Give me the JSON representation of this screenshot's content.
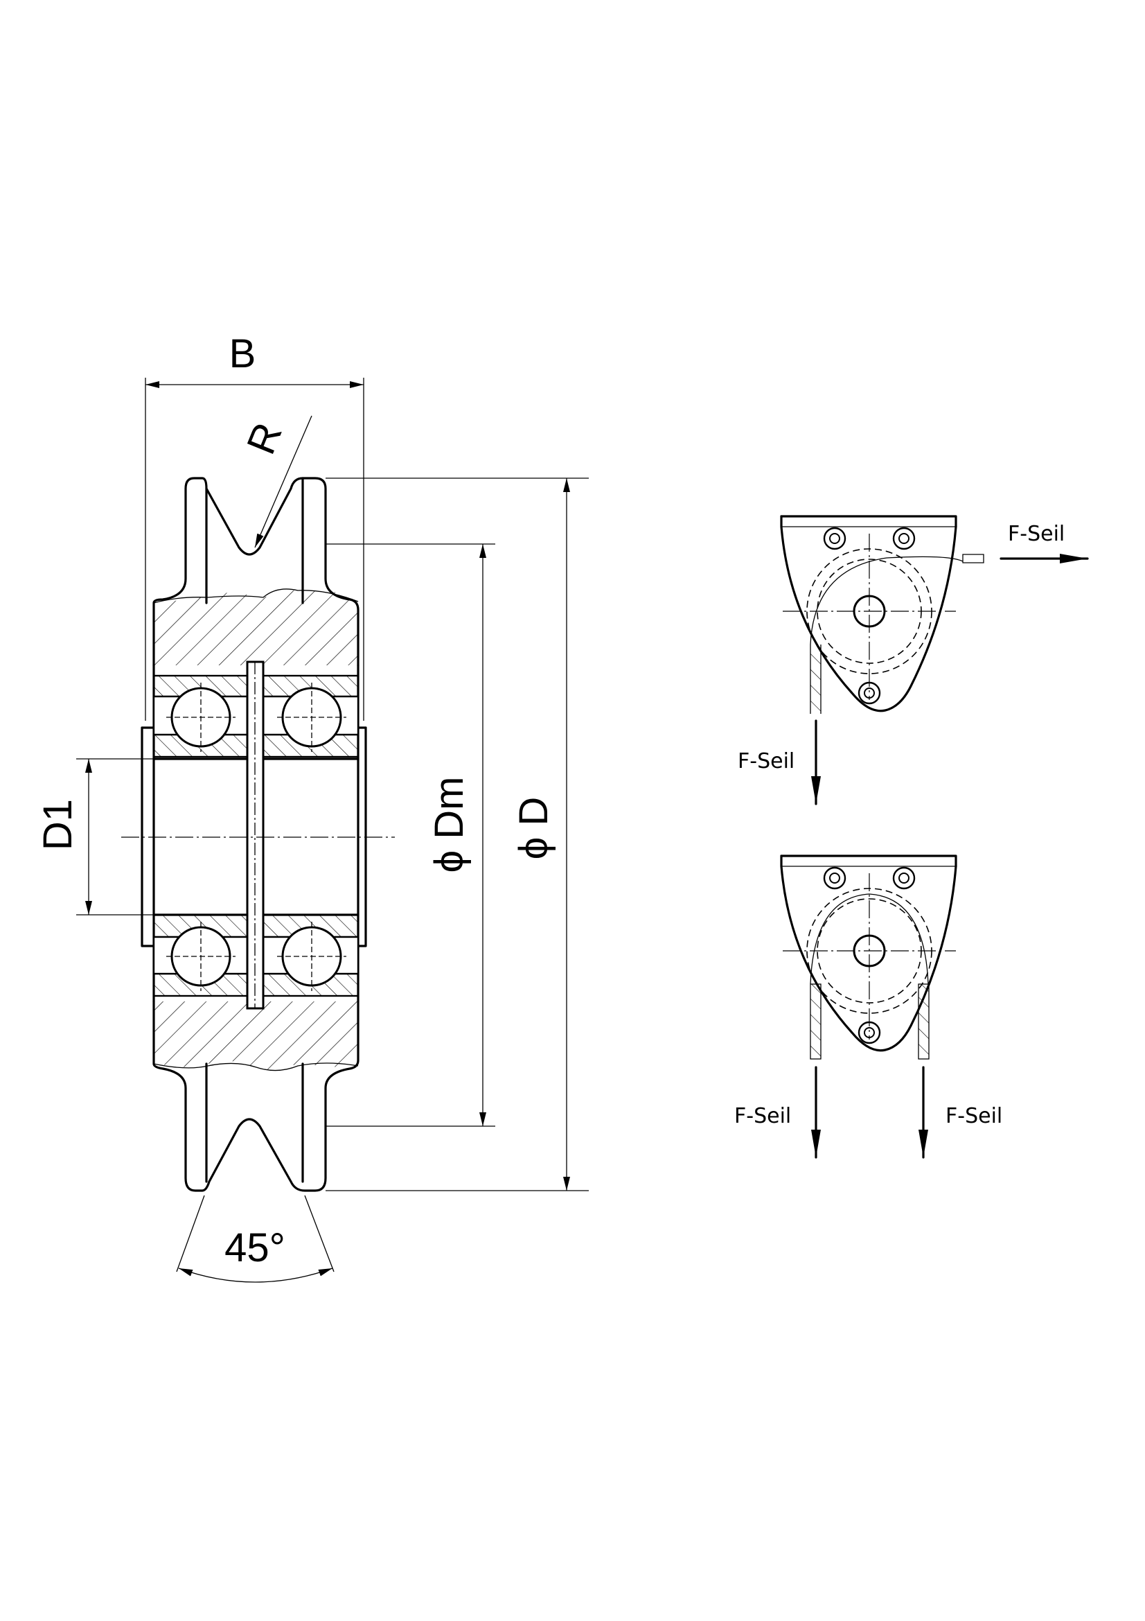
{
  "labels": {
    "width_B": "B",
    "radius_R": "R",
    "bore_D1": "D1",
    "dia_Dm": "ϕ Dm",
    "dia_D": "ϕ D",
    "angle": "45°",
    "rope_force_top_right": "F-Seil",
    "rope_force_top_down": "F-Seil",
    "rope_force_bottom_left": "F-Seil",
    "rope_force_bottom_right": "F-Seil"
  }
}
